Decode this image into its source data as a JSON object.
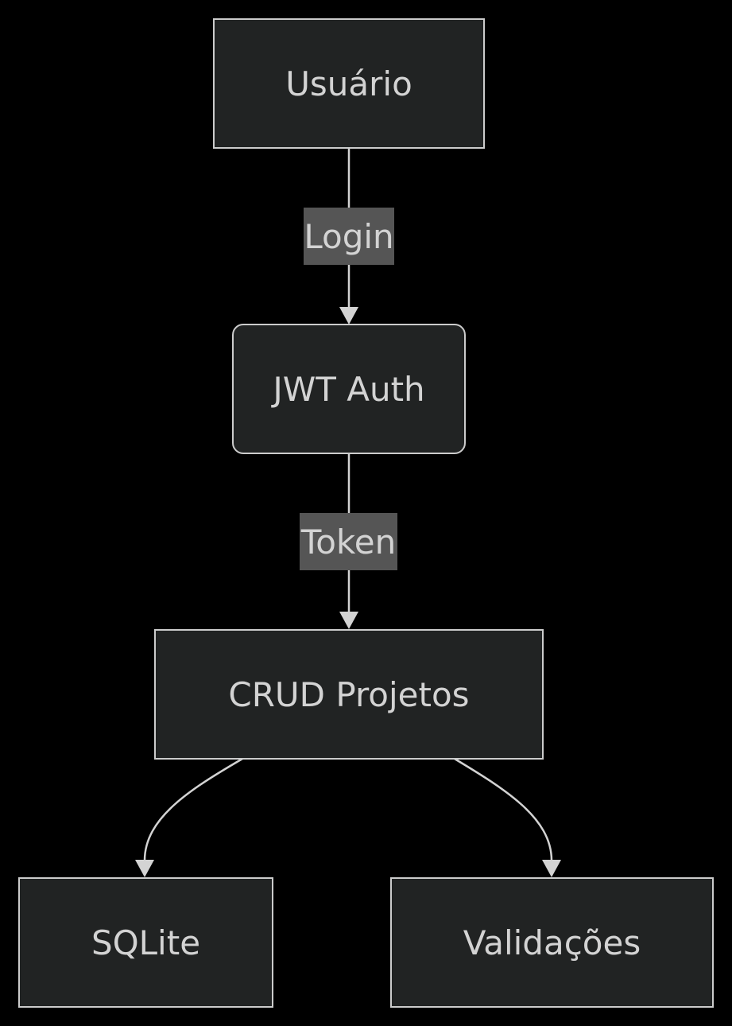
{
  "diagram": {
    "nodes": {
      "usuario": "Usuário",
      "jwt_auth": "JWT Auth",
      "crud": "CRUD Projetos",
      "sqlite": "SQLite",
      "validacoes": "Validações"
    },
    "edges": {
      "login": "Login",
      "token": "Token"
    },
    "colors": {
      "background": "#000000",
      "node_fill": "#212323",
      "node_stroke": "#cccccc",
      "label_fill": "#555555",
      "text": "#d3d3d3"
    }
  }
}
